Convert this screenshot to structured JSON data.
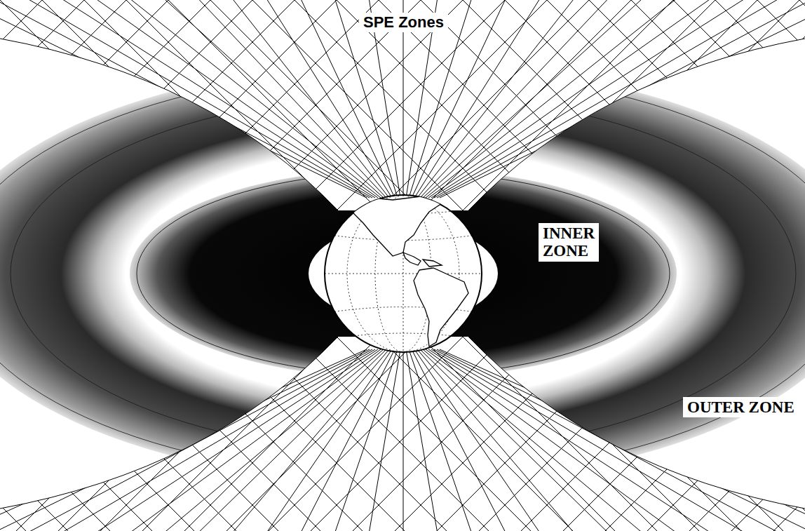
{
  "diagram": {
    "labels": [
      "SPE Zones",
      "INNER ZONE",
      "OUTER ZONE"
    ]
  }
}
